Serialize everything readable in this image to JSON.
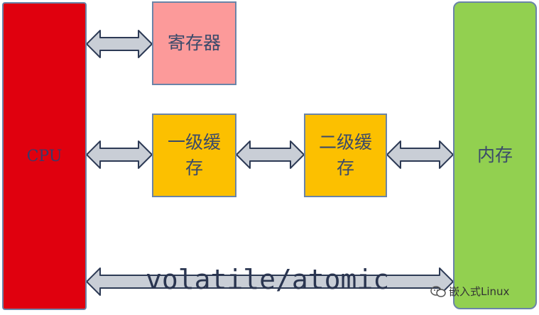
{
  "blocks": {
    "cpu": "CPU",
    "register": "寄存器",
    "l1_cache": "一级缓存",
    "l2_cache": "二级缓存",
    "memory": "内存"
  },
  "bottom_label": "volatile/atomic",
  "watermark": "嵌入式Linux",
  "colors": {
    "cpu": "#e0000e",
    "register": "#fc9a9a",
    "cache": "#fcc000",
    "memory": "#92d050",
    "arrow_fill": "#c9ced6",
    "arrow_stroke": "#2d3a55"
  }
}
